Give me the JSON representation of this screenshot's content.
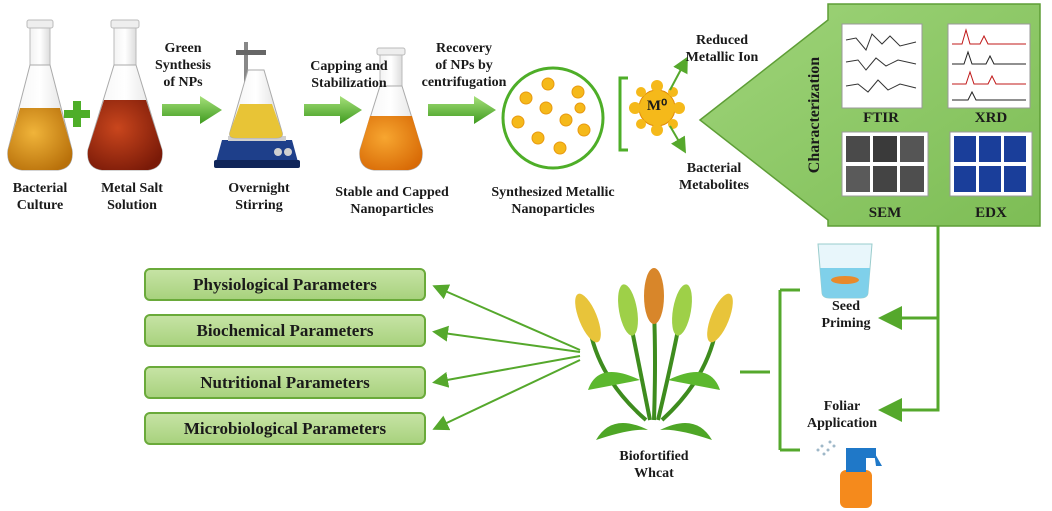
{
  "inputs": {
    "bacterial_culture": [
      "Bacterial",
      "Culture"
    ],
    "metal_salt": [
      "Metal Salt",
      "Solution"
    ]
  },
  "steps": {
    "green_synthesis": [
      "Green",
      "Synthesis",
      "of NPs"
    ],
    "overnight": [
      "Overnight",
      "Stirring"
    ],
    "capping": [
      "Capping and",
      "Stabilization"
    ],
    "stable_capped": [
      "Stable and Capped",
      "Nanoparticles"
    ],
    "recovery": [
      "Recovery",
      "of NPs by",
      "centrifugation"
    ],
    "synthesized": [
      "Synthesized Metallic",
      "Nanoparticles"
    ],
    "reduced_ion": [
      "Reduced",
      "Metallic Ion"
    ],
    "metabolites": [
      "Bacterial",
      "Metabolites"
    ],
    "m0": "M⁰"
  },
  "characterization": {
    "title": "Characterization",
    "techniques": [
      "FTIR",
      "XRD",
      "SEM",
      "EDX"
    ]
  },
  "application": {
    "seed_priming": [
      "Seed",
      "Priming"
    ],
    "foliar": [
      "Foliar",
      "Application"
    ]
  },
  "wheat_label": [
    "Biofortified",
    "Whcat"
  ],
  "parameters": [
    "Physiological Parameters",
    "Biochemical Parameters",
    "Nutritional Parameters",
    "Microbiological Parameters"
  ],
  "colors": {
    "green_arrow": "#5cb82e",
    "panel": "#8fc96a",
    "culture_liquid": "#d08a12",
    "salt_liquid": "#9e2a10",
    "np_liquid": "#e07a0c",
    "nanoparticle": "#f5b91a"
  }
}
